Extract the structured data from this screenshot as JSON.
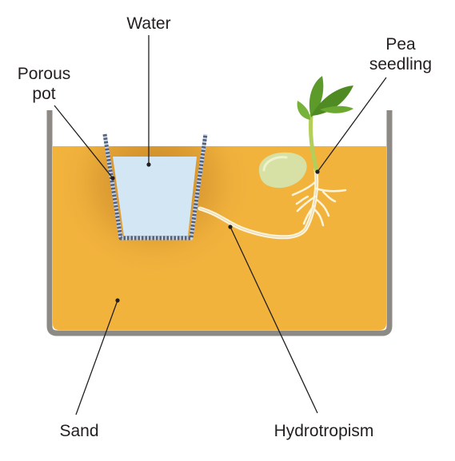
{
  "labels": {
    "water": "Water",
    "porous_pot_line1": "Porous",
    "porous_pot_line2": "pot",
    "pea_seedling_line1": "Pea",
    "pea_seedling_line2": "seedling",
    "sand": "Sand",
    "hydrotropism": "Hydrotropism"
  },
  "colors": {
    "sand": "#f2b33d",
    "sand_wet": "#c98a2e",
    "container": "#8d8a85",
    "water": "#d3e6f4",
    "pot_wall": "#55617a",
    "root": "#fbf4dc",
    "seed": "#d7e0a5",
    "leaf": "#5c9a2a",
    "leader_line": "#231f20"
  }
}
